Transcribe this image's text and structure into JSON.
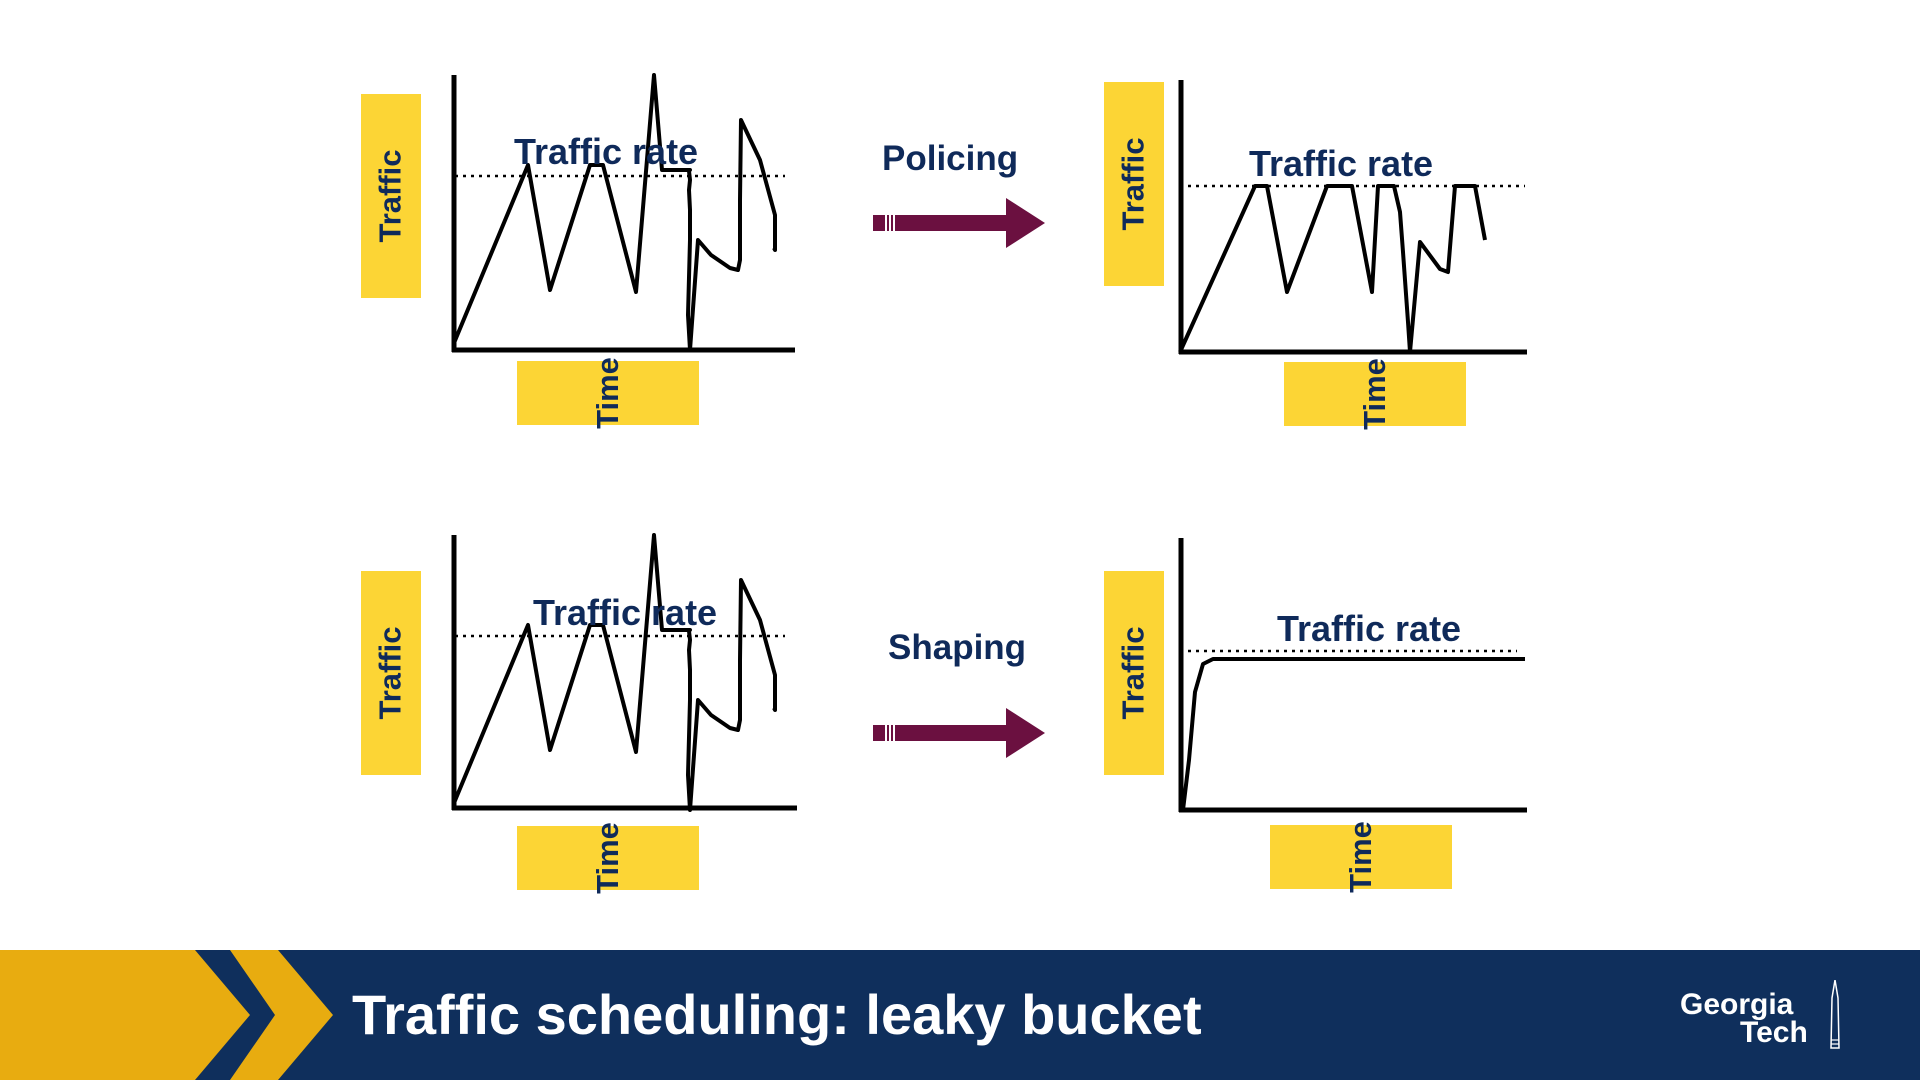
{
  "slide": {
    "title": "Traffic scheduling: leaky bucket",
    "logo_line1": "Georgia",
    "logo_line2": "Tech"
  },
  "labels": {
    "y_axis": "Traffic",
    "x_axis": "Time",
    "rate": "Traffic rate"
  },
  "operations": {
    "policing": "Policing",
    "shaping": "Shaping"
  },
  "colors": {
    "tab_yellow": "#fcd535",
    "text_navy": "#0f2a5a",
    "arrow_maroon": "#6b1040",
    "footer_navy": "#0f2f5c",
    "footer_gold": "#e8ac10"
  },
  "icons": [
    "right-arrow-icon",
    "tech-tower-icon"
  ]
}
